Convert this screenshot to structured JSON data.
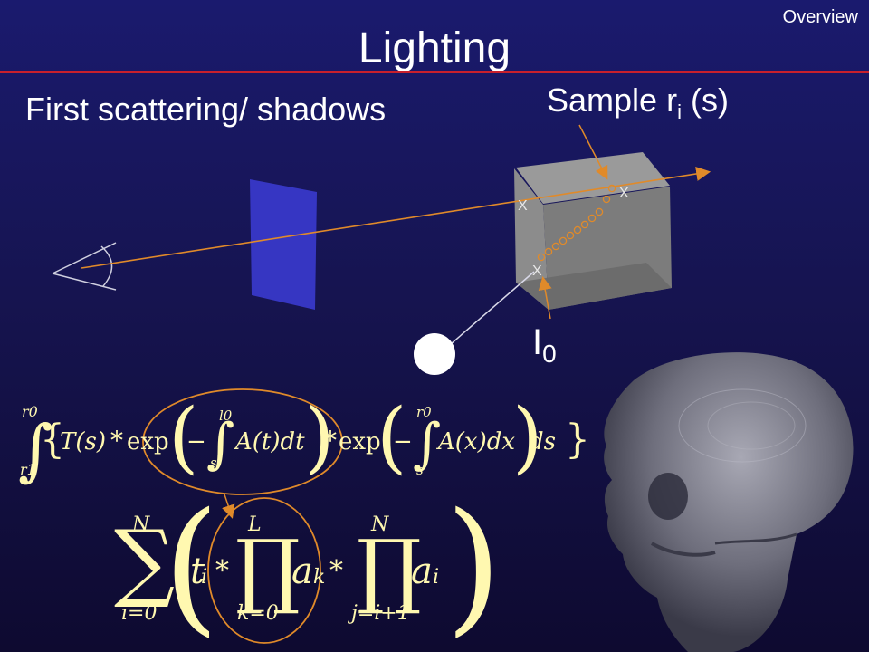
{
  "header": {
    "overview_label": "Overview",
    "title": "Lighting",
    "subtitle": "First scattering/ shadows"
  },
  "scene": {
    "sample_label_prefix": "Sample r",
    "sample_label_sub": "i",
    "sample_label_suffix": " (s)",
    "light_label": "I",
    "light_label_sub": "0",
    "marker_x": "X"
  },
  "equation1": {
    "integral_upper": "r0",
    "integral_lower": "r1",
    "brace_open": "{",
    "T": "T(s)",
    "star": "*",
    "exp": "exp",
    "minus": "−",
    "inner_upper": "l0",
    "inner_lower": "s",
    "A_t": "A(t)dt",
    "outer_upper": "r0",
    "outer_lower": "s",
    "A_x": "A(x)dx",
    "ds": "ds",
    "brace_close": "}"
  },
  "equation2": {
    "sum_upper": "N",
    "sum_lower": "i=0",
    "t": "t",
    "t_sub": "i",
    "star": "*",
    "prod1_upper": "L",
    "prod1_lower": "k=0",
    "a1": "a",
    "a1_sub": "k",
    "prod2_upper": "N",
    "prod2_lower": "j=i+1",
    "a2": "a",
    "a2_sub": "i"
  },
  "colors": {
    "ray": "#e08a2a",
    "rule": "#c8202c",
    "math": "#fff8b0",
    "plane": "#3a3acc",
    "box": "#808080"
  }
}
